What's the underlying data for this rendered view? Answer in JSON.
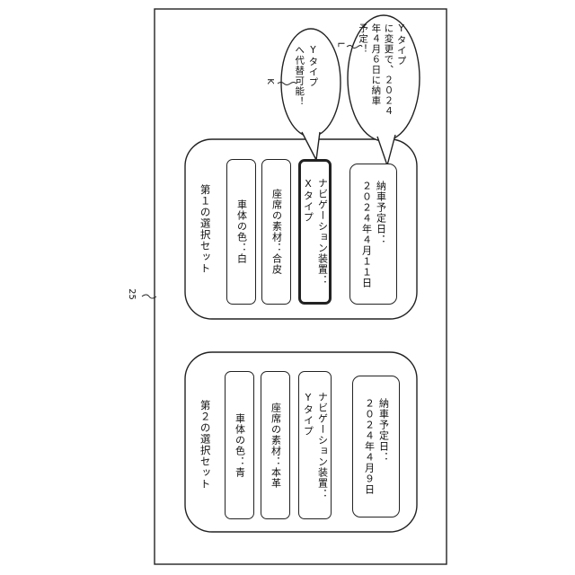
{
  "figure": {
    "ref_screen": "25",
    "ref_bubble_k": "K",
    "ref_bubble_l": "L"
  },
  "set1": {
    "title": "第１の選択セット",
    "body_color": "車体の色：白",
    "seat_material": "座席の素材：合皮",
    "navigation": "ナビゲーション装置：\nXタイプ",
    "delivery": "納車予定日：\n２０２４年４月１１日"
  },
  "set2": {
    "title": "第２の選択セット",
    "body_color": "車体の色：青",
    "seat_material": "座席の素材：本革",
    "navigation": "ナビゲーション装置：\nYタイプ",
    "delivery": "納車予定日：\n２０２４年４月９日"
  },
  "bubble_k": "Yタイプ\nへ代替可能！",
  "bubble_l": "Yタイプ\nに変更で、２０２４\n年４月６日に納車\n予定！"
}
